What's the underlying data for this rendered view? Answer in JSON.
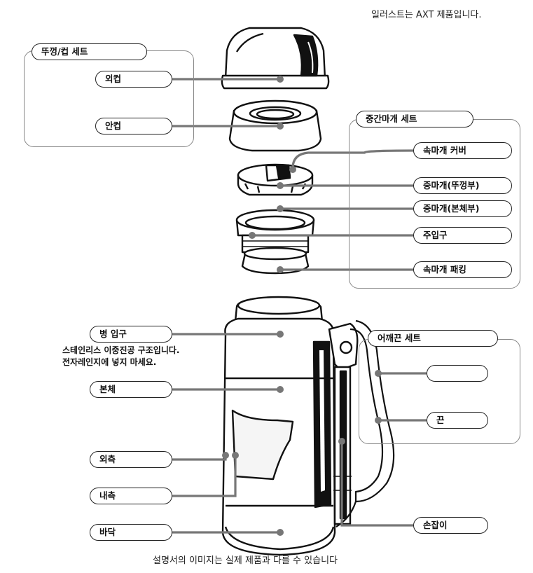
{
  "notes": {
    "top_right": "일러스트는 AXT 제품입니다.",
    "bottom": "설명서의 이미지는 실제 제품과 다를 수 있습니다"
  },
  "groups": {
    "lid_cup": {
      "title": "뚜껑/컵 세트",
      "items": [
        "외컵",
        "안컵"
      ]
    },
    "stopper": {
      "title": "중간마개 세트",
      "items": [
        "속마개 커버",
        "중마개(뚜껑부)",
        "중마개(본체부)",
        "주입구",
        "속마개 패킹"
      ]
    },
    "strap": {
      "title": "어깨끈 세트",
      "items": [
        "",
        "끈"
      ]
    }
  },
  "body_labels": {
    "mouth": "병 입구",
    "caution_line1": "스테인리스 이중진공 구조입니다.",
    "caution_line2": "전자레인지에 넣지 마세요.",
    "body": "본체",
    "outer": "외측",
    "inner": "내측",
    "bottom": "바닥",
    "handle": "손잡이"
  }
}
